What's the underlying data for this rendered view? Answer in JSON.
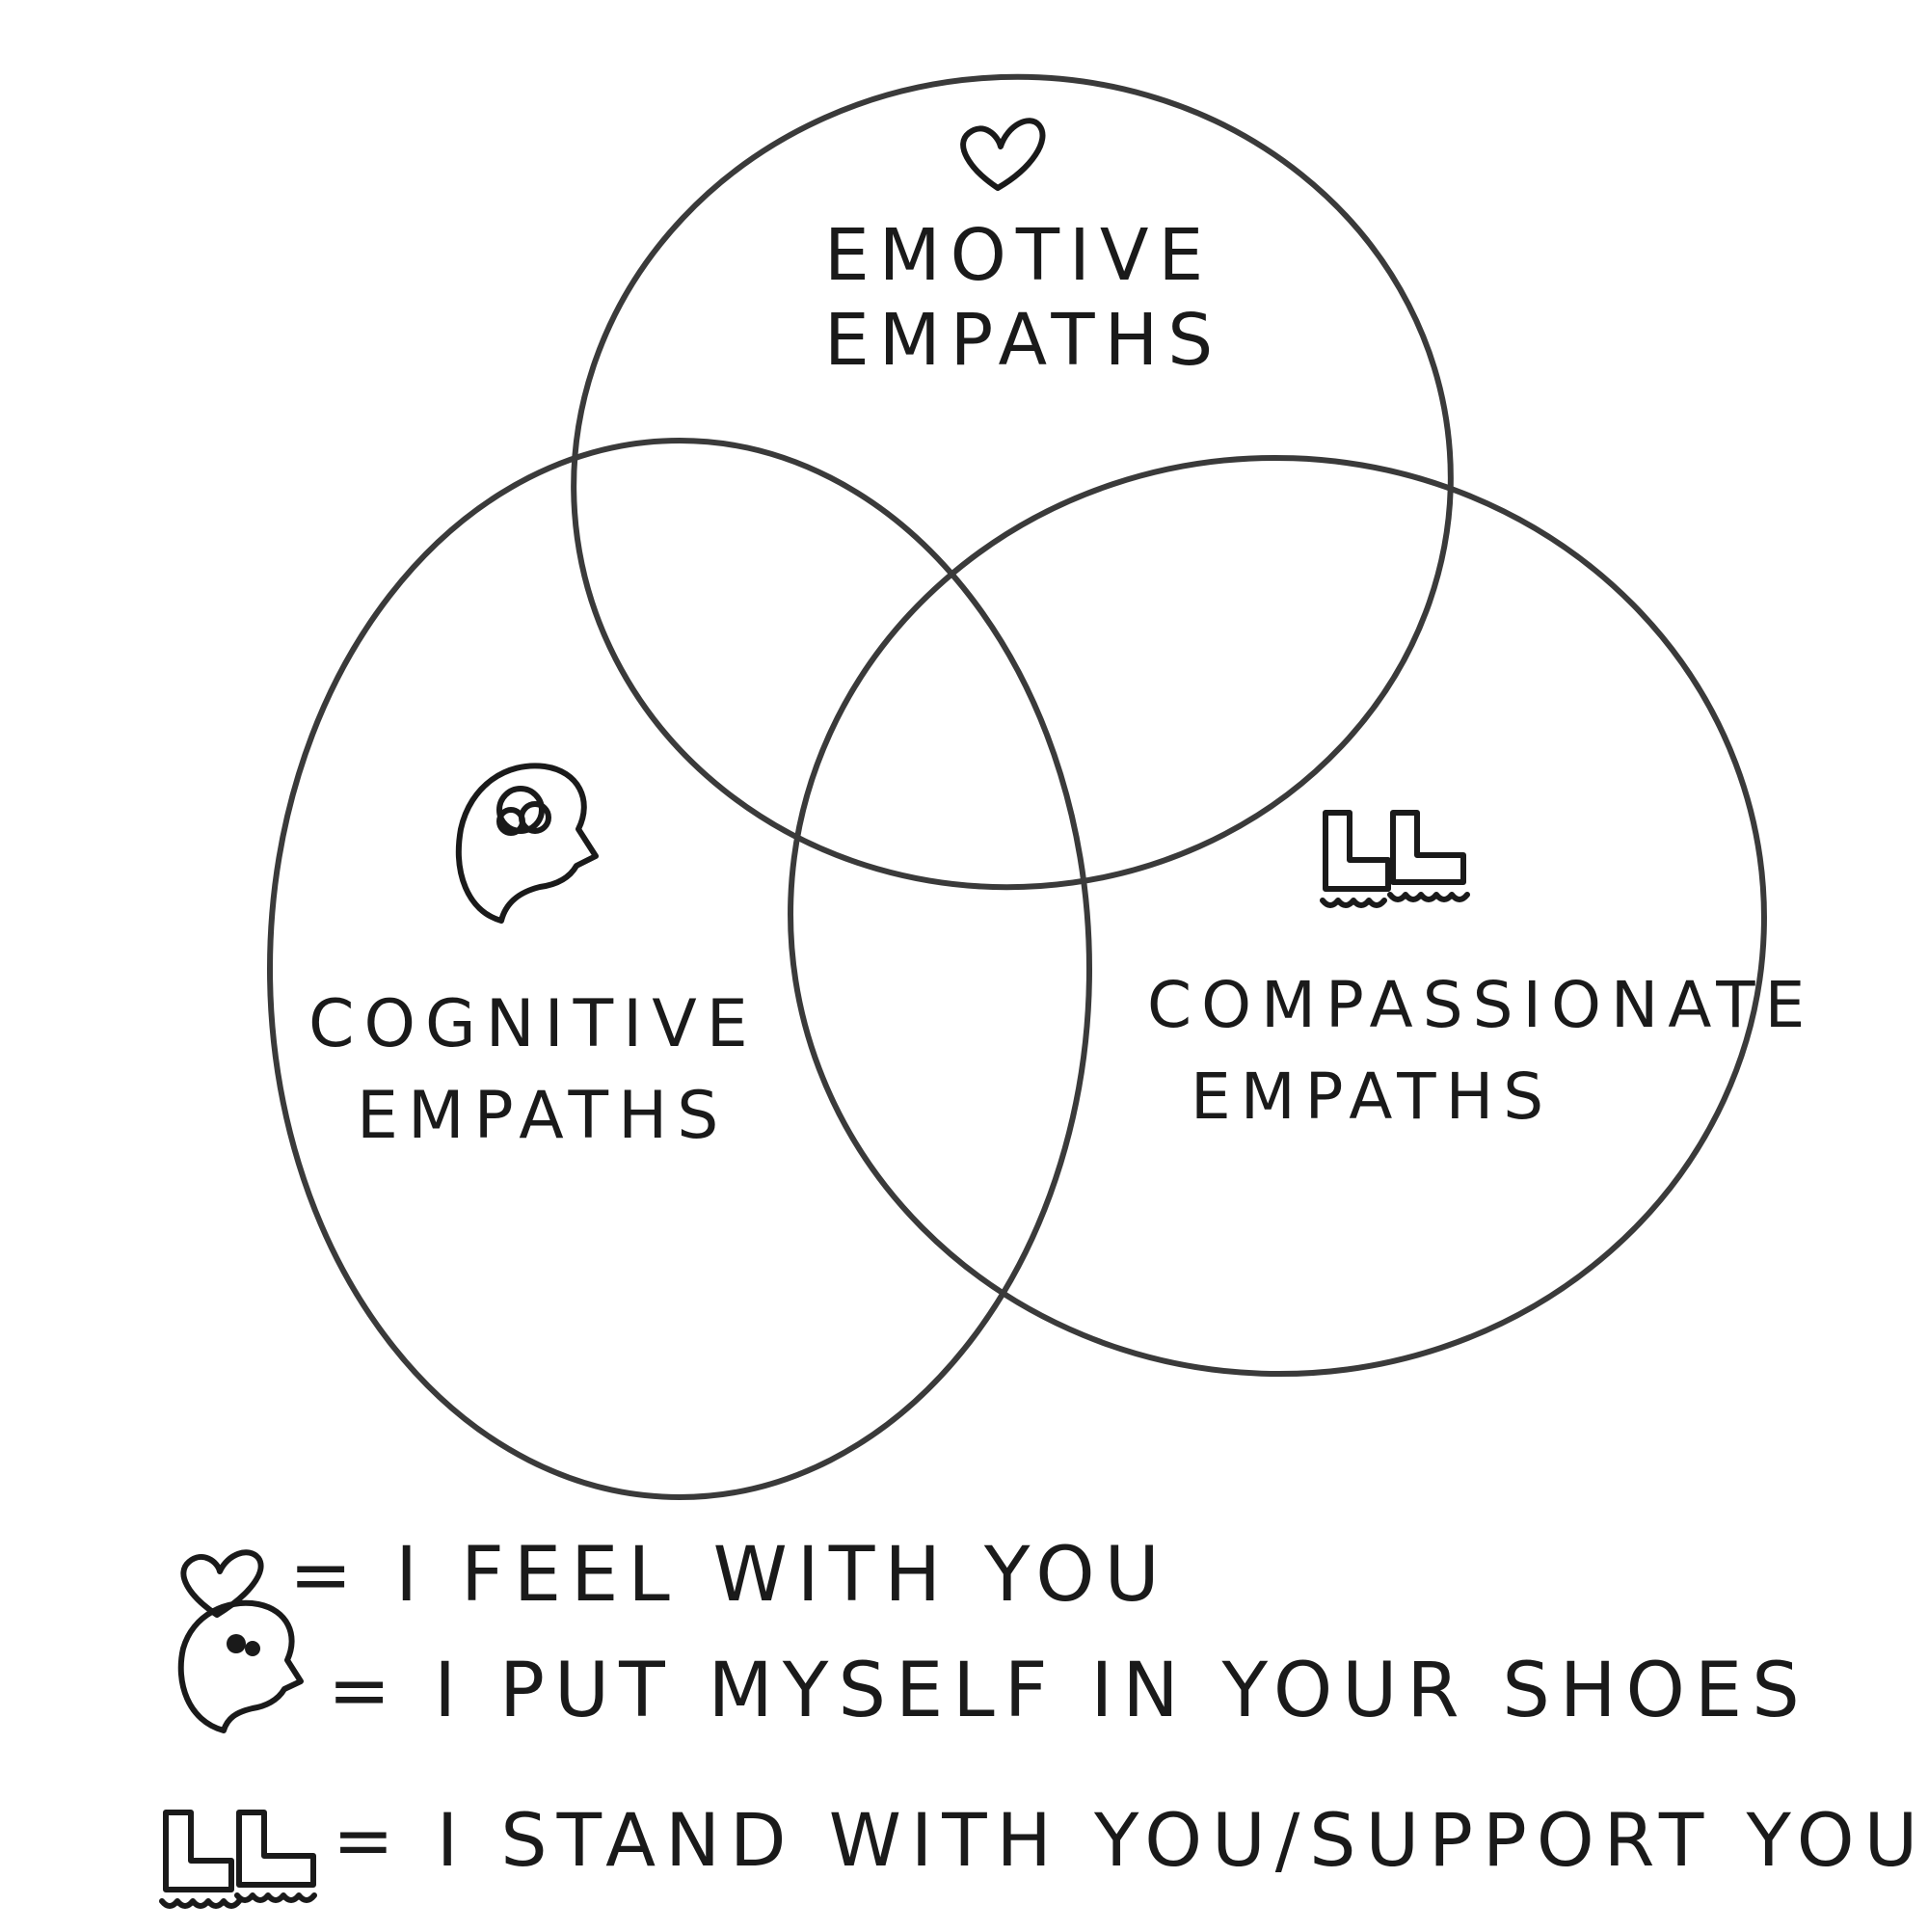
{
  "diagram": {
    "sets": [
      {
        "id": "emotive",
        "icon": "heart-icon",
        "label_line1": "EMOTIVE",
        "label_line2": "EMPATHS"
      },
      {
        "id": "cognitive",
        "icon": "head-brain-icon",
        "label_line1": "COGNITIVE",
        "label_line2": "EMPATHS"
      },
      {
        "id": "compassionate",
        "icon": "boots-icon",
        "label_line1": "COMPASSIONATE",
        "label_line2": "EMPATHS"
      }
    ],
    "stroke_color": "#3a3a3a",
    "ink_color": "#1a1a1a"
  },
  "legend": [
    {
      "icon": "heart-icon",
      "text": "= I FEEL WITH YOU"
    },
    {
      "icon": "head-brain-icon",
      "text": "= I PUT MYSELF IN YOUR SHOES"
    },
    {
      "icon": "boots-icon",
      "text": "= I STAND WITH YOU/SUPPORT YOU"
    }
  ]
}
